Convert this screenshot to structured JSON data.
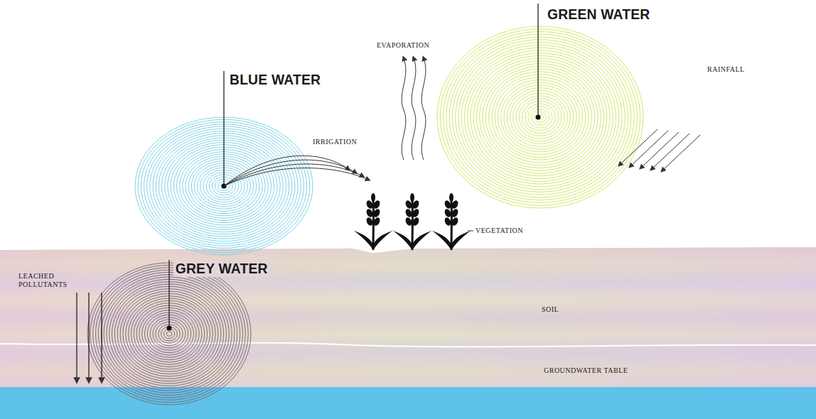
{
  "diagram": {
    "labels": [
      "GREEN WATER",
      "EVAPORATION",
      "BLUE WATER",
      "RAINFALL",
      "IRRIGATION",
      "VEGETATION",
      "GREY WATER",
      "LEACHED POLLUTANTS",
      "SOIL",
      "GROUNDWATER TABLE"
    ]
  }
}
